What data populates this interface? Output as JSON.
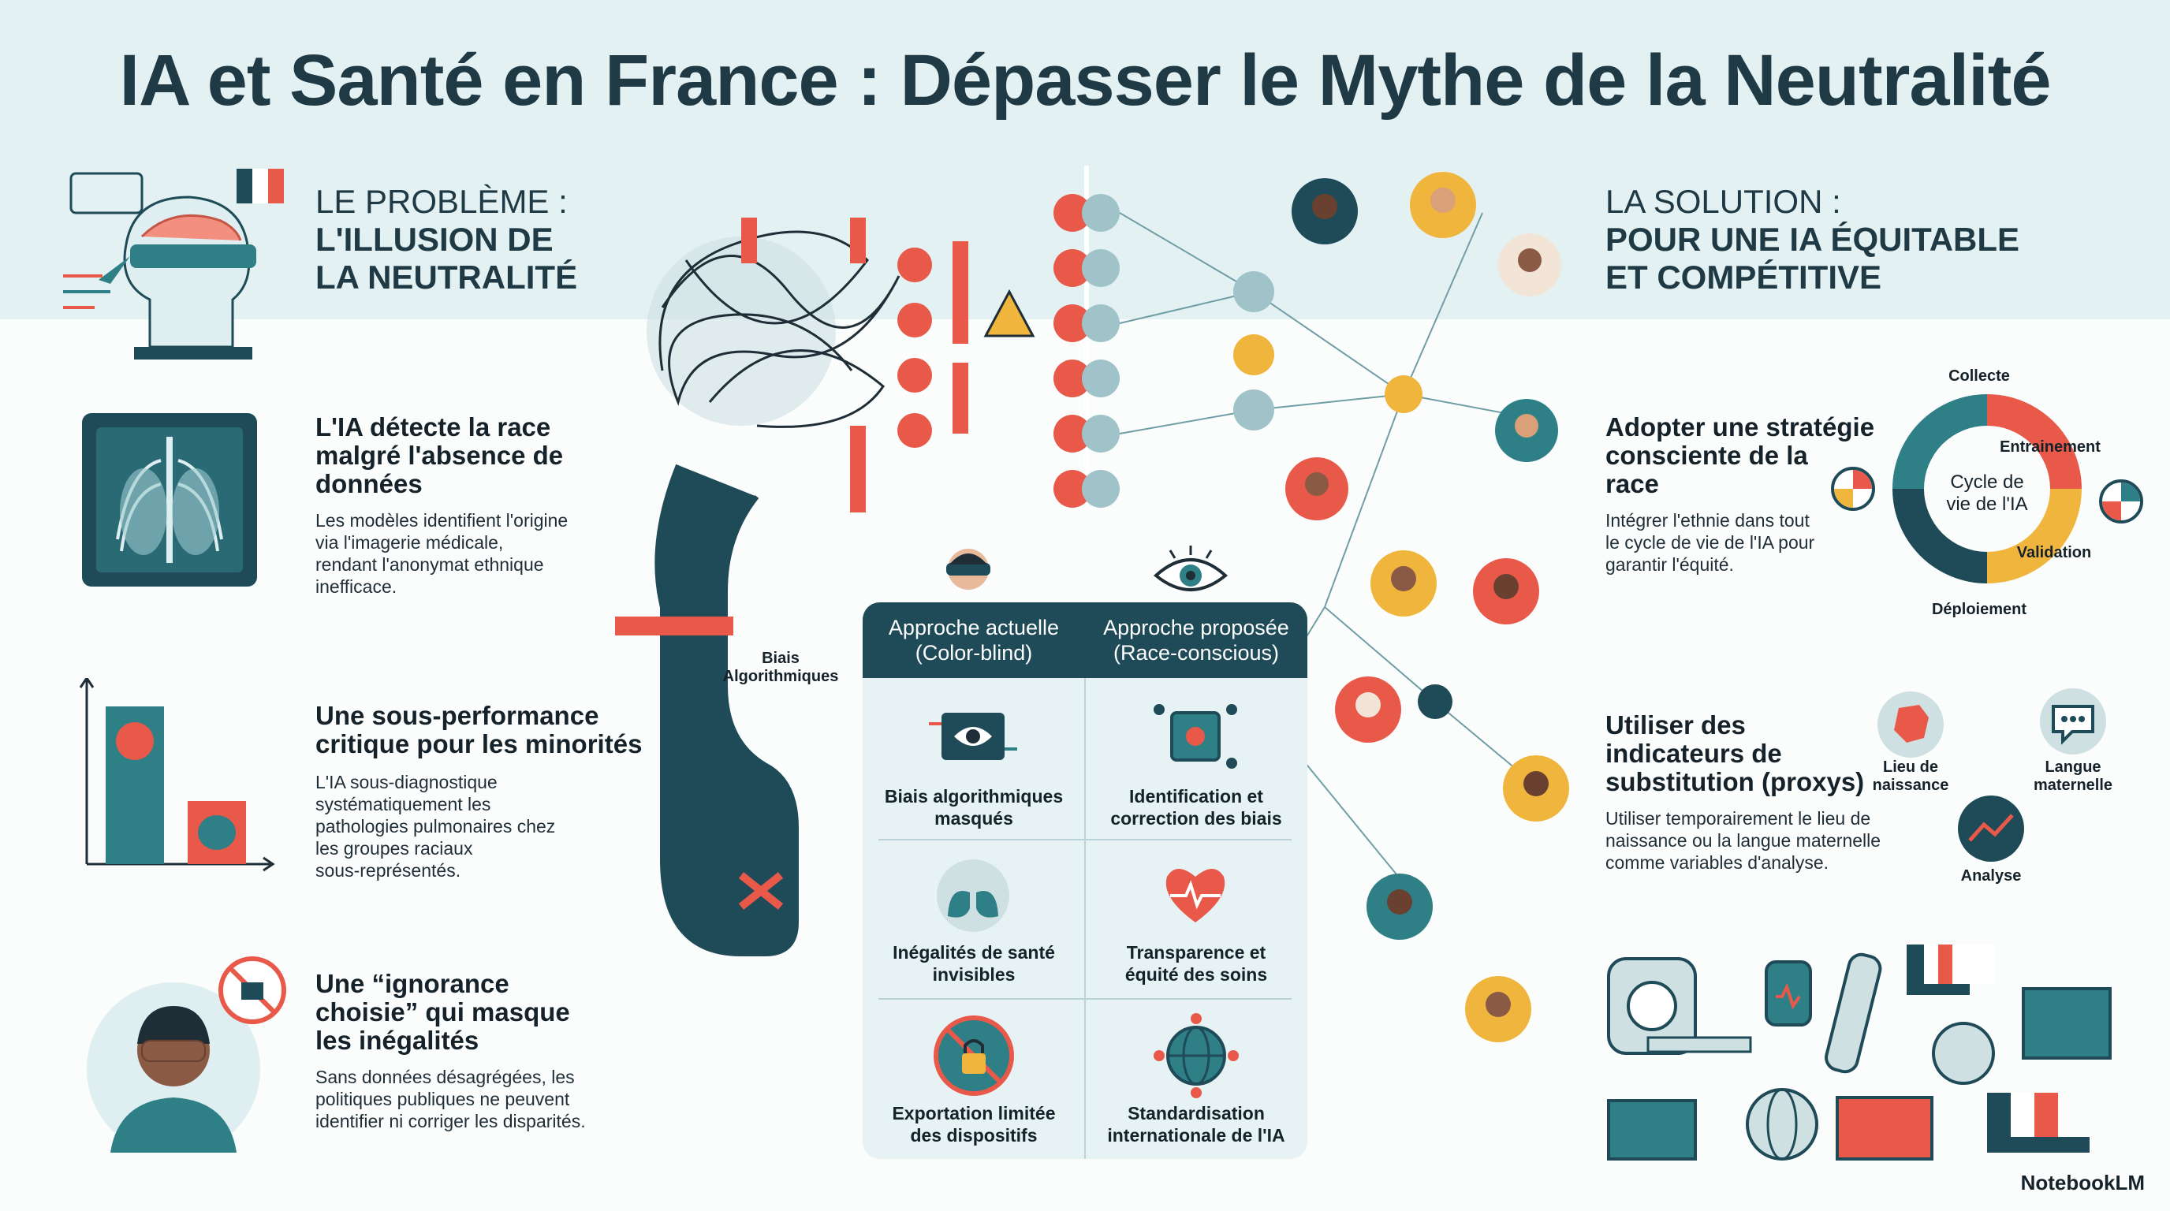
{
  "title": "IA et Santé en France : Dépasser le Mythe de la Neutralité",
  "problem": {
    "heading_light": "LE PROBLÈME :",
    "heading_strong_1": "L'ILLUSION DE",
    "heading_strong_2": "LA NEUTRALITÉ",
    "items": [
      {
        "title_1": "L'IA détecte la race",
        "title_2": "malgré l'absence de",
        "title_3": "données",
        "desc_1": "Les modèles identifient l'origine",
        "desc_2": "via l'imagerie médicale,",
        "desc_3": "rendant l'anonymat ethnique",
        "desc_4": "inefficace."
      },
      {
        "title_1": "Une sous-performance",
        "title_2": "critique pour les minorités",
        "desc_1": "L'IA sous-diagnostique",
        "desc_2": "systématiquement les",
        "desc_3": "pathologies pulmonaires chez",
        "desc_4": "les groupes raciaux",
        "desc_5": "sous-représentés."
      },
      {
        "title_1": "Une “ignorance",
        "title_2": "choisie” qui masque",
        "title_3": "les inégalités",
        "desc_1": "Sans données désagrégées, les",
        "desc_2": "politiques publiques ne peuvent",
        "desc_3": "identifier ni corriger les disparités."
      }
    ]
  },
  "center": {
    "bias_label_1": "Biais",
    "bias_label_2": "Algorithmiques",
    "table": {
      "left_header_1": "Approche actuelle",
      "left_header_2": "(Color-blind)",
      "right_header_1": "Approche proposée",
      "right_header_2": "(Race-conscious)",
      "rows": [
        {
          "left_1": "Biais algorithmiques",
          "left_2": "masqués",
          "right_1": "Identification et",
          "right_2": "correction des biais"
        },
        {
          "left_1": "Inégalités de santé",
          "left_2": "invisibles",
          "right_1": "Transparence et",
          "right_2": "équité des soins"
        },
        {
          "left_1": "Exportation limitée",
          "left_2": "des dispositifs",
          "right_1": "Standardisation",
          "right_2": "internationale de l'IA"
        }
      ]
    }
  },
  "solution": {
    "heading_light": "LA SOLUTION :",
    "heading_strong_1": "POUR UNE IA ÉQUITABLE",
    "heading_strong_2": "ET COMPÉTITIVE",
    "items": [
      {
        "title_1": "Adopter une stratégie",
        "title_2": "consciente de la",
        "title_3": "race",
        "desc_1": "Intégrer l'ethnie dans tout",
        "desc_2": "le cycle de vie de l'IA pour",
        "desc_3": "garantir l'équité."
      },
      {
        "title_1": "Utiliser des",
        "title_2": "indicateurs de",
        "title_3": "substitution (proxys)",
        "desc_1": "Utiliser temporairement le lieu de",
        "desc_2": "naissance ou la langue maternelle",
        "desc_3": "comme variables d'analyse."
      }
    ],
    "cycle": {
      "center_1": "Cycle de",
      "center_2": "vie de l'IA",
      "collecte": "Collecte",
      "entrainement": "Entrainement",
      "validation": "Validation",
      "deploiement": "Déploiement"
    },
    "proxys": {
      "lieu_1": "Lieu de",
      "lieu_2": "naissance",
      "langue_1": "Langue",
      "langue_2": "maternelle",
      "analyse": "Analyse"
    }
  },
  "footer": {
    "logo": "NotebookLM"
  },
  "colors": {
    "dark_teal": "#1f4a57",
    "teal": "#2f7f86",
    "coral": "#e8594a",
    "yellow": "#f0b53c",
    "light_teal": "#e3f1f3"
  }
}
